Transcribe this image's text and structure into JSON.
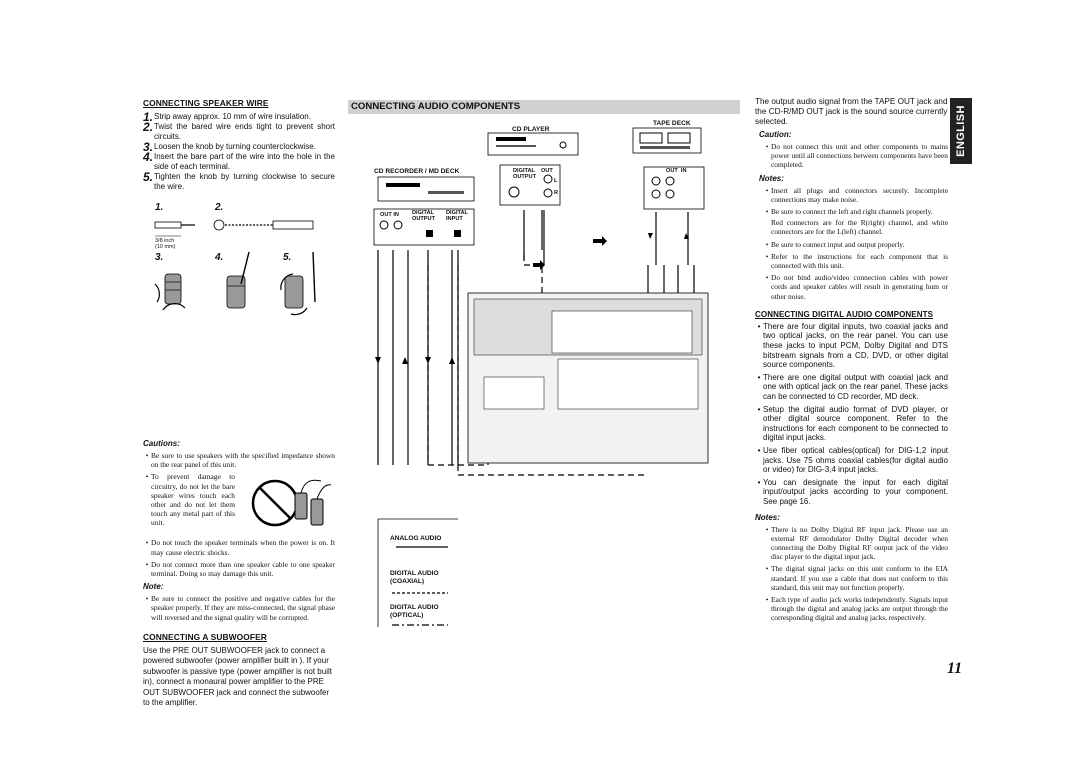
{
  "left": {
    "speaker_heading": "CONNECTING SPEAKER WIRE",
    "steps": [
      {
        "num": "1.",
        "text": "Strip away approx. 10 mm of wire insulation."
      },
      {
        "num": "2.",
        "text": "Twist the bared wire ends tight to prevent short circuits."
      },
      {
        "num": "3.",
        "text": "Loosen the knob by turning counterclockwise."
      },
      {
        "num": "4.",
        "text": "Insert the bare part of the wire into the hole in the side of each terminal."
      },
      {
        "num": "5.",
        "text": "Tighten the knob by turning clockwise to secure the wire."
      }
    ],
    "fig_labels": [
      "1.",
      "2.",
      "3.",
      "4.",
      "5."
    ],
    "dimension_label_1": "3/8 inch",
    "dimension_label_2": "(10 mm)",
    "cautions_heading": "Cautions:",
    "cautions": [
      "Be sure to use speakers with the specified impedance shown on the rear panel of this unit.",
      "To prevent damage to circuitry, do not let the bare speaker wires touch each other and do not let them touch any metal part of this unit.",
      "Do not touch the speaker terminals when the power is on. It may cause electric shocks.",
      "Do not connect more than one speaker cable to one speaker terminal. Doing so may damage this unit."
    ],
    "note_heading": "Note:",
    "note": "Be sure to connect the positive and negative cables for the speaker properly. If they are miss-connected, the signal phase will reversed and the signal quality will be corrupted.",
    "subwoofer_heading": "CONNECTING A SUBWOOFER",
    "subwoofer_text": "Use the PRE OUT SUBWOOFER jack to connect a powered subwoofer (power amplifier built in ). If your subwoofer is passive type (power amplifier is not built in), connect a monaural power amplifier to the PRE OUT SUBWOOFER jack and connect the subwoofer to the amplifier."
  },
  "middle": {
    "title": "CONNECTING AUDIO COMPONENTS",
    "cd_player": "CD PLAYER",
    "tape_deck": "TAPE DECK",
    "cd_recorder": "CD RECORDER / MD DECK",
    "digital_output": "DIGITAL\nOUTPUT",
    "out": "OUT",
    "out_in": "OUT  IN",
    "digital_output2": "DIGITAL\nOUTPUT",
    "digital_input": "DIGITAL\nINPUT",
    "L": "L",
    "R": "R",
    "legend_analog": "ANALOG AUDIO",
    "legend_coaxial": "DIGITAL AUDIO\n(COAXIAL)",
    "legend_optical": "DIGITAL AUDIO\n(OPTICAL)"
  },
  "right": {
    "intro": "The output audio signal from the TAPE OUT jack and the CD-R/MD OUT jack is the sound source currently selected.",
    "caution_heading": "Caution:",
    "caution": "Do not connect this unit and other components to mains power until all connections between components have been completed.",
    "notes_heading": "Notes:",
    "notes": [
      "Insert all plugs and connectors securely. Incomplete connections may make noise.",
      "Be sure to connect the left and right channels properly.",
      "Be sure to connect input and output properly.",
      "Refer to the instructions for each component that is connected with this unit.",
      "Do not bind audio/video connection cables with power cords and speaker cables will result in generating hum or other noise."
    ],
    "lr_note": "Red connectors are for the R(right) channel, and white connectors are for the L(left) channel.",
    "digital_heading": "CONNECTING DIGITAL AUDIO COMPONENTS",
    "digital_bullets": [
      "There are four digital inputs, two coaxial jacks and two optical jacks, on the rear panel. You can use these jacks to input PCM, Dolby Digital and DTS bitstream signals from a CD, DVD, or other digital source components.",
      "There are one digital output with coaxial jack and one with optical jack on the rear panel. These jacks can be connected to CD recorder, MD deck.",
      "Setup the digital audio format of DVD player, or other digital source component. Refer to the instructions for each component to be connected to digital input jacks.",
      "Use fiber optical cables(optical) for DIG-1,2 input jacks.  Use 75 ohms coaxial cables(for digital audio or video) for DIG-3,4 input jacks.",
      "You can designate the input for each digital input/output jacks according to your component. See page 16."
    ],
    "notes2_heading": "Notes:",
    "notes2": [
      "There is no Dolby Digital RF input jack. Please use an external RF demodulator Dolby Digital decoder when connecting the Dolby Digital RF output jack of the video disc player to the digital input jack.",
      "The digital signal jacks on this unit conform to the EIA standard.  If you use a cable that does not conform to this standard, this unit may not function properly.",
      "Each type of audio jack works independently. Signals input through the digital and analog jacks are output through the corresponding digital and analog jacks, respectively."
    ]
  },
  "side_tab": "ENGLISH",
  "page_number": "11"
}
